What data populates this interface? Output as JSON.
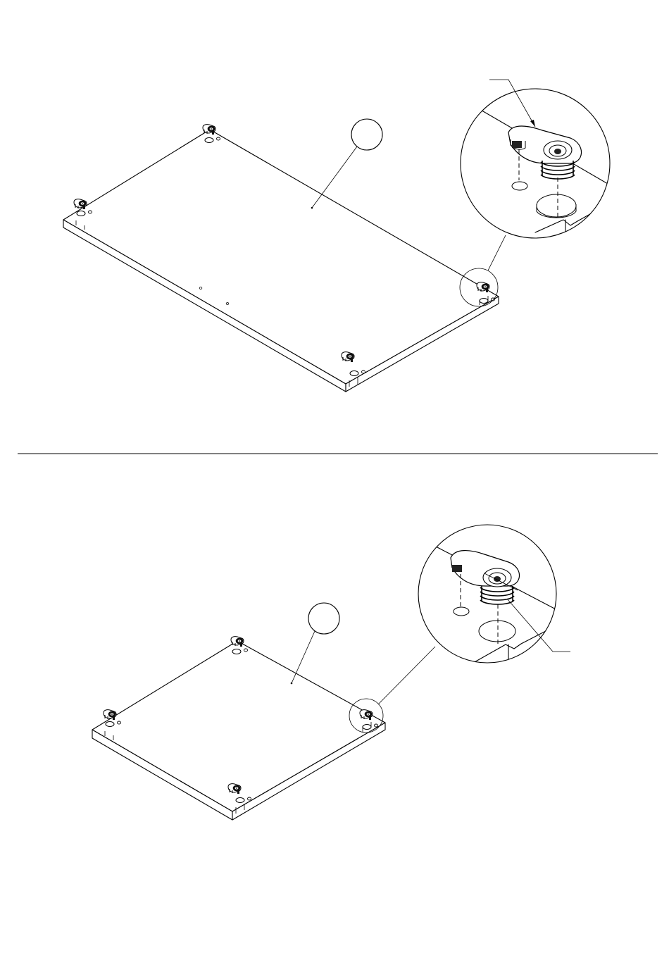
{
  "page": {
    "title": "",
    "steps": [
      {
        "id": "step-1",
        "part_label": "",
        "detail_label": "",
        "fasteners_count": 4,
        "detail_view": "cam-lock-insertion"
      },
      {
        "id": "step-2",
        "part_label": "",
        "detail_label": "",
        "fasteners_count": 4,
        "detail_view": "cam-lock-insertion"
      }
    ]
  },
  "icons": {
    "fastener": "cam-lock-icon",
    "detail": "magnifier-circle-icon",
    "callout": "part-bubble-icon"
  },
  "colors": {
    "line": "#000000",
    "background": "#ffffff"
  }
}
